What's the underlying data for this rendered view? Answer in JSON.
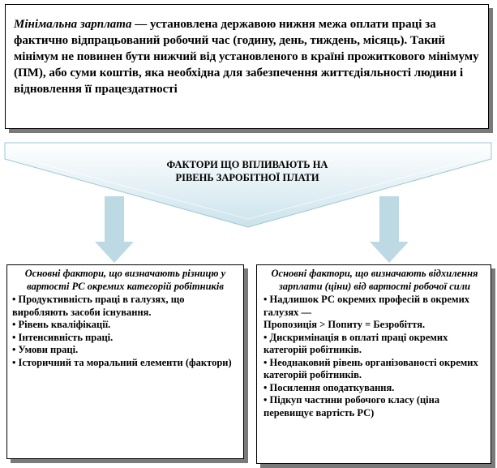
{
  "definition": {
    "term": "Мінімальна зарплата",
    "text": " — установлена державою нижня межа оплати праці за фактично відпрацьований робочий час (годину, день, тиждень, місяць). Такий мінімум не повинен бути нижчий від установленого в країні прожиткового мінімуму (ПМ), або суми коштів, яка необхідна для забезпечення життєдіяльності людини і відновлення її працездатності"
  },
  "banner": {
    "title_line1": "ФАКТОРИ ЩО ВПЛИВАЮТЬ НА",
    "title_line2": "РІВЕНЬ ЗАРОБІТНОЇ ПЛАТИ"
  },
  "left": {
    "heading": "Основні фактори, що визначають різницю у вартості РС окремих категорій робітників",
    "items": [
      "• Продуктивність праці в галузях, що виробляють засоби існування.",
      "• Рівень кваліфікації.",
      "• Інтенсивність праці.",
      "• Умови праці.",
      "• Історичний та моральний елементи (фактори)"
    ]
  },
  "right": {
    "heading": "Основні фактори, що визначають відхилення зарплати (ціни) від вартості робочої сили",
    "items": [
      "• Надлишок РС окремих професій в окремих галузях —",
      "Пропозиція > Попиту = Безробіття.",
      "• Дискримінація в оплаті праці окремих категорій робітників.",
      "• Неоднаковий рівень організованості окремих категорій робітників.",
      "• Посилення оподаткування.",
      "• Підкуп частини робочого класу (ціна перевищує вартість РС)"
    ]
  },
  "colors": {
    "banner_fill": "#cbe3ec",
    "banner_edge": "#9dc6d6",
    "arrow_fill": "#bcd9e4",
    "shadow": "#7a7a7a"
  }
}
